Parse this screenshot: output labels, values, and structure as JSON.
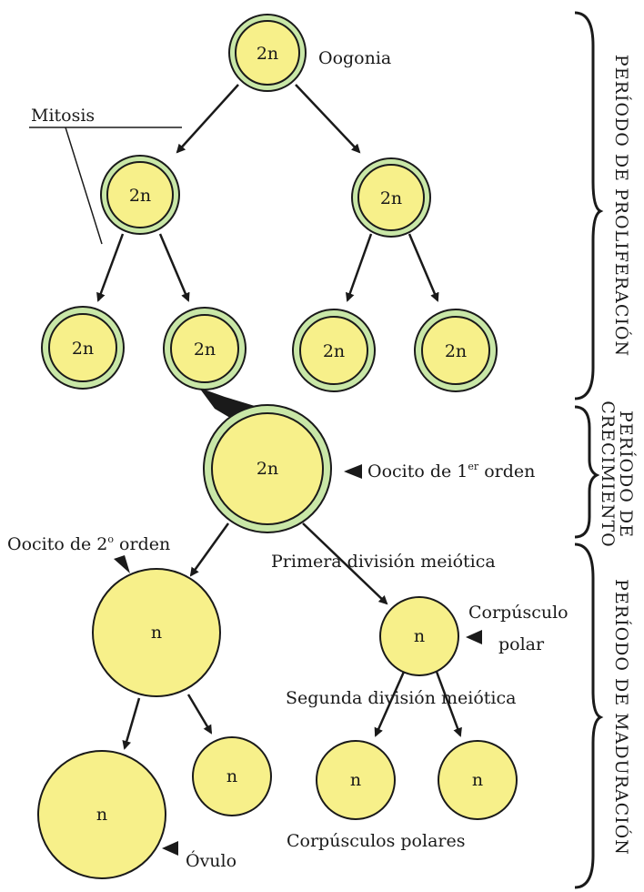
{
  "colors": {
    "cell_fill": "#f7f08a",
    "ring_fill": "#c9e7a7",
    "outline": "#1a1a1a",
    "arrow": "#1a1a1a"
  },
  "cells": {
    "oogonia": "2n",
    "mitosis_1_left": "2n",
    "mitosis_1_right": "2n",
    "mitosis_2_a": "2n",
    "mitosis_2_b": "2n",
    "mitosis_2_c": "2n",
    "mitosis_2_d": "2n",
    "primary_oocyte": "2n",
    "secondary_oocyte": "n",
    "first_polar_body": "n",
    "ovum": "n",
    "polar_body_a": "n",
    "polar_body_b": "n",
    "polar_body_c": "n"
  },
  "labels": {
    "oogonia": "Oogonia",
    "mitosis": "Mitosis",
    "primary_oocyte": "Oocito de 1",
    "primary_oocyte_sup": "er",
    "primary_oocyte_tail": " orden",
    "secondary_oocyte": "Oocito de 2",
    "secondary_oocyte_sup": "o",
    "secondary_oocyte_tail": " orden",
    "first_meiosis": "Primera división meiótica",
    "polar_body_line1": "Corpúsculo",
    "polar_body_line2": "polar",
    "second_meiosis": "Segunda división meiótica",
    "polar_bodies": "Corpúsculos polares",
    "ovum": "Óvulo"
  },
  "stages": {
    "proliferation": "PERÍODO DE PROLIFERACIÓN",
    "growth_line1": "PERÍODO DE",
    "growth_line2": "CRECIMIENTO",
    "maturation": "PERÍODO DE MADURACIÓN"
  }
}
